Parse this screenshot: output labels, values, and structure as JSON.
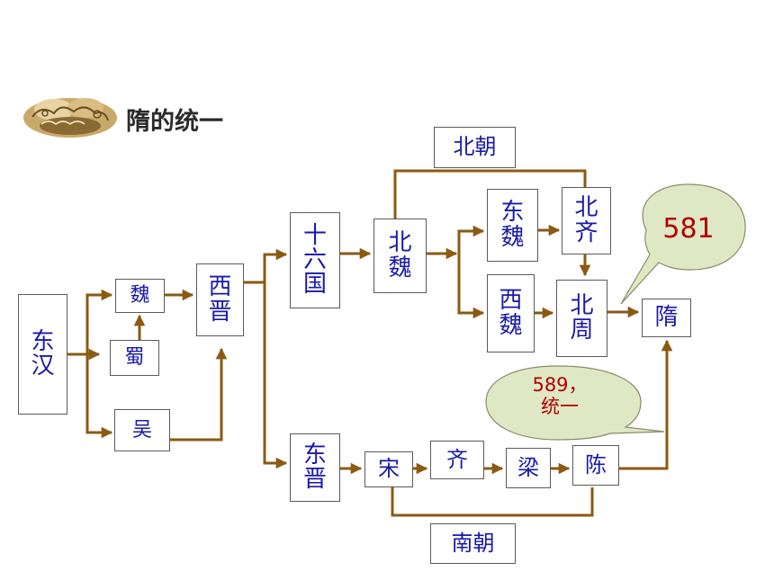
{
  "title": "隋的统一",
  "title_icon": "cloud-ornament-icon",
  "colors": {
    "arrow": "#8b5a12",
    "box_text": "#1a1aa8",
    "callout_fill": "#dfe8c4",
    "callout_text": "#b00000"
  },
  "nodes": {
    "donghan": "东\n汉",
    "wei": "魏",
    "shu": "蜀",
    "wu": "吴",
    "xijin": "西\n晋",
    "shiliuguo": "十\n六\n国",
    "dongjin": "东\n晋",
    "beiwei": "北\n魏",
    "dongwei": "东\n魏",
    "xiwei": "西\n魏",
    "beiqi": "北\n齐",
    "beizhou": "北\n周",
    "sui": "隋",
    "song": "宋",
    "qi": "齐",
    "liang": "梁",
    "chen": "陈",
    "beichao": "北朝",
    "nanchao": "南朝"
  },
  "callouts": {
    "year_581": "581",
    "year_589": "589，\n统一"
  }
}
